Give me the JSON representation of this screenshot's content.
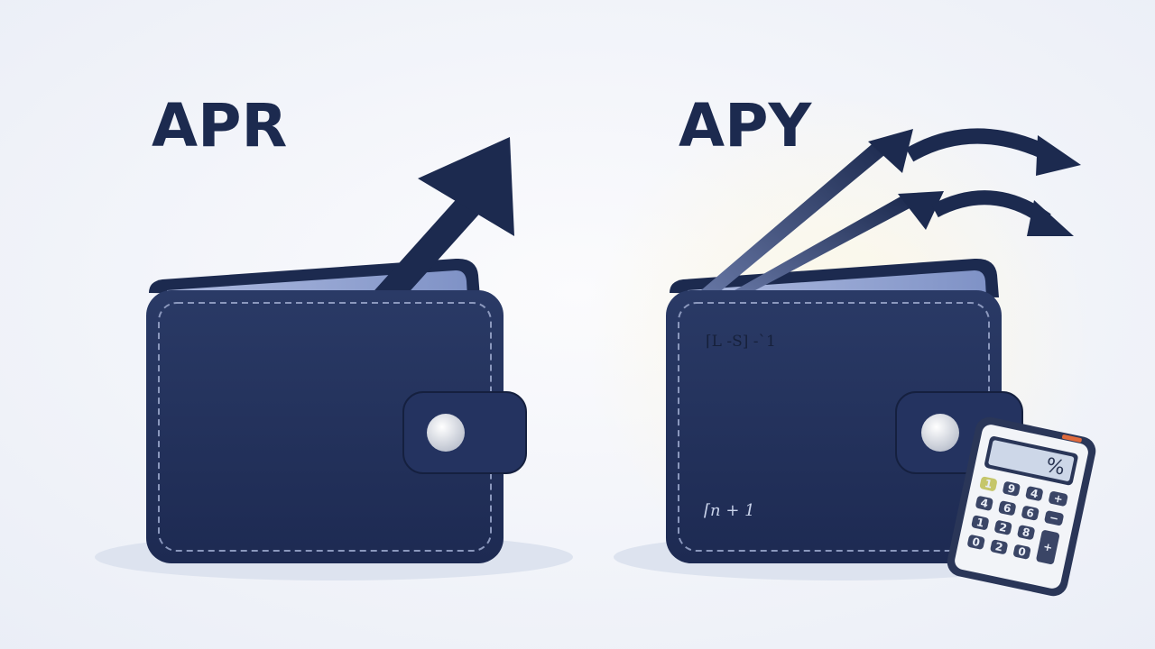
{
  "left": {
    "title": "APR"
  },
  "right": {
    "title": "APY",
    "formula_top": "⌈L -S] -`1",
    "formula_bottom": "⌈n + 1"
  },
  "calculator": {
    "display": "%",
    "keys": [
      "1",
      "9",
      "4",
      "+",
      "4",
      "6",
      "6",
      "−",
      "1",
      "2",
      "8",
      "+",
      "0",
      "2",
      "0"
    ]
  },
  "colors": {
    "wallet": "#1f2d55",
    "background": "#f3f5fa",
    "arrow": "#1c2a4f",
    "calculator_accent": "#e06a3c",
    "calculator_key_highlight": "#c5c66a"
  }
}
